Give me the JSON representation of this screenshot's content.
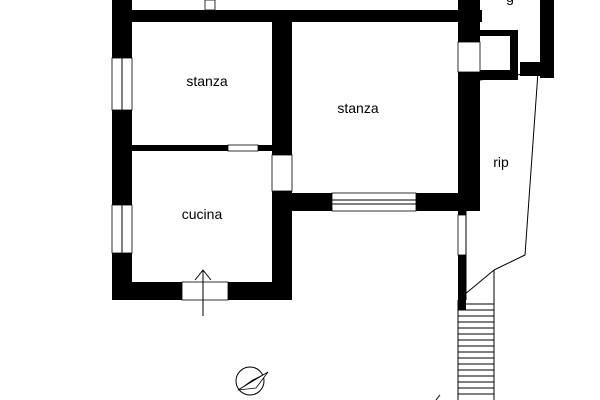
{
  "floor_plan": {
    "rooms": [
      {
        "id": "room-left-top",
        "label": "stanza"
      },
      {
        "id": "room-right",
        "label": "stanza"
      },
      {
        "id": "kitchen",
        "label": "cucina"
      },
      {
        "id": "storage",
        "label": "rip"
      },
      {
        "id": "partial-top-right",
        "label": "g"
      }
    ],
    "entrance_arrow": "up-arrow",
    "compass": "compass-icon",
    "stairs_icon": "stairs"
  },
  "colors": {
    "wall": "#000000",
    "background": "#ffffff"
  }
}
